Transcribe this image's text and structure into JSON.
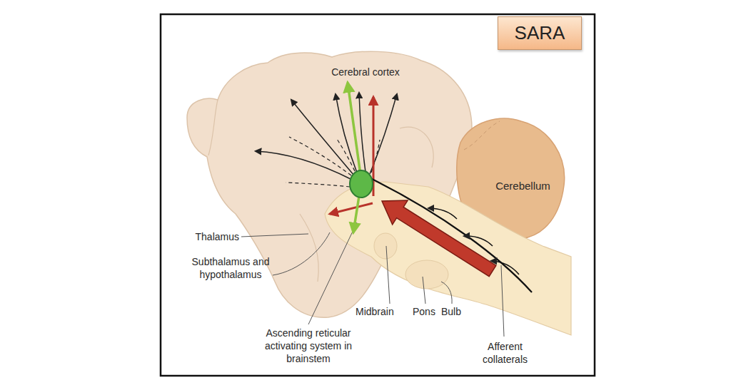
{
  "diagram": {
    "nodes": [
      {
        "text": [
          "SARA"
        ]
      }
    ],
    "labels": [
      "Cerebral cortex",
      "Cerebellum",
      "Thalamus",
      "Subthalamus and hypothalamus",
      "Ascending reticular activating system in brainstem",
      "Midbrain",
      "Pons",
      "Bulb",
      "Afferent collaterals"
    ]
  }
}
